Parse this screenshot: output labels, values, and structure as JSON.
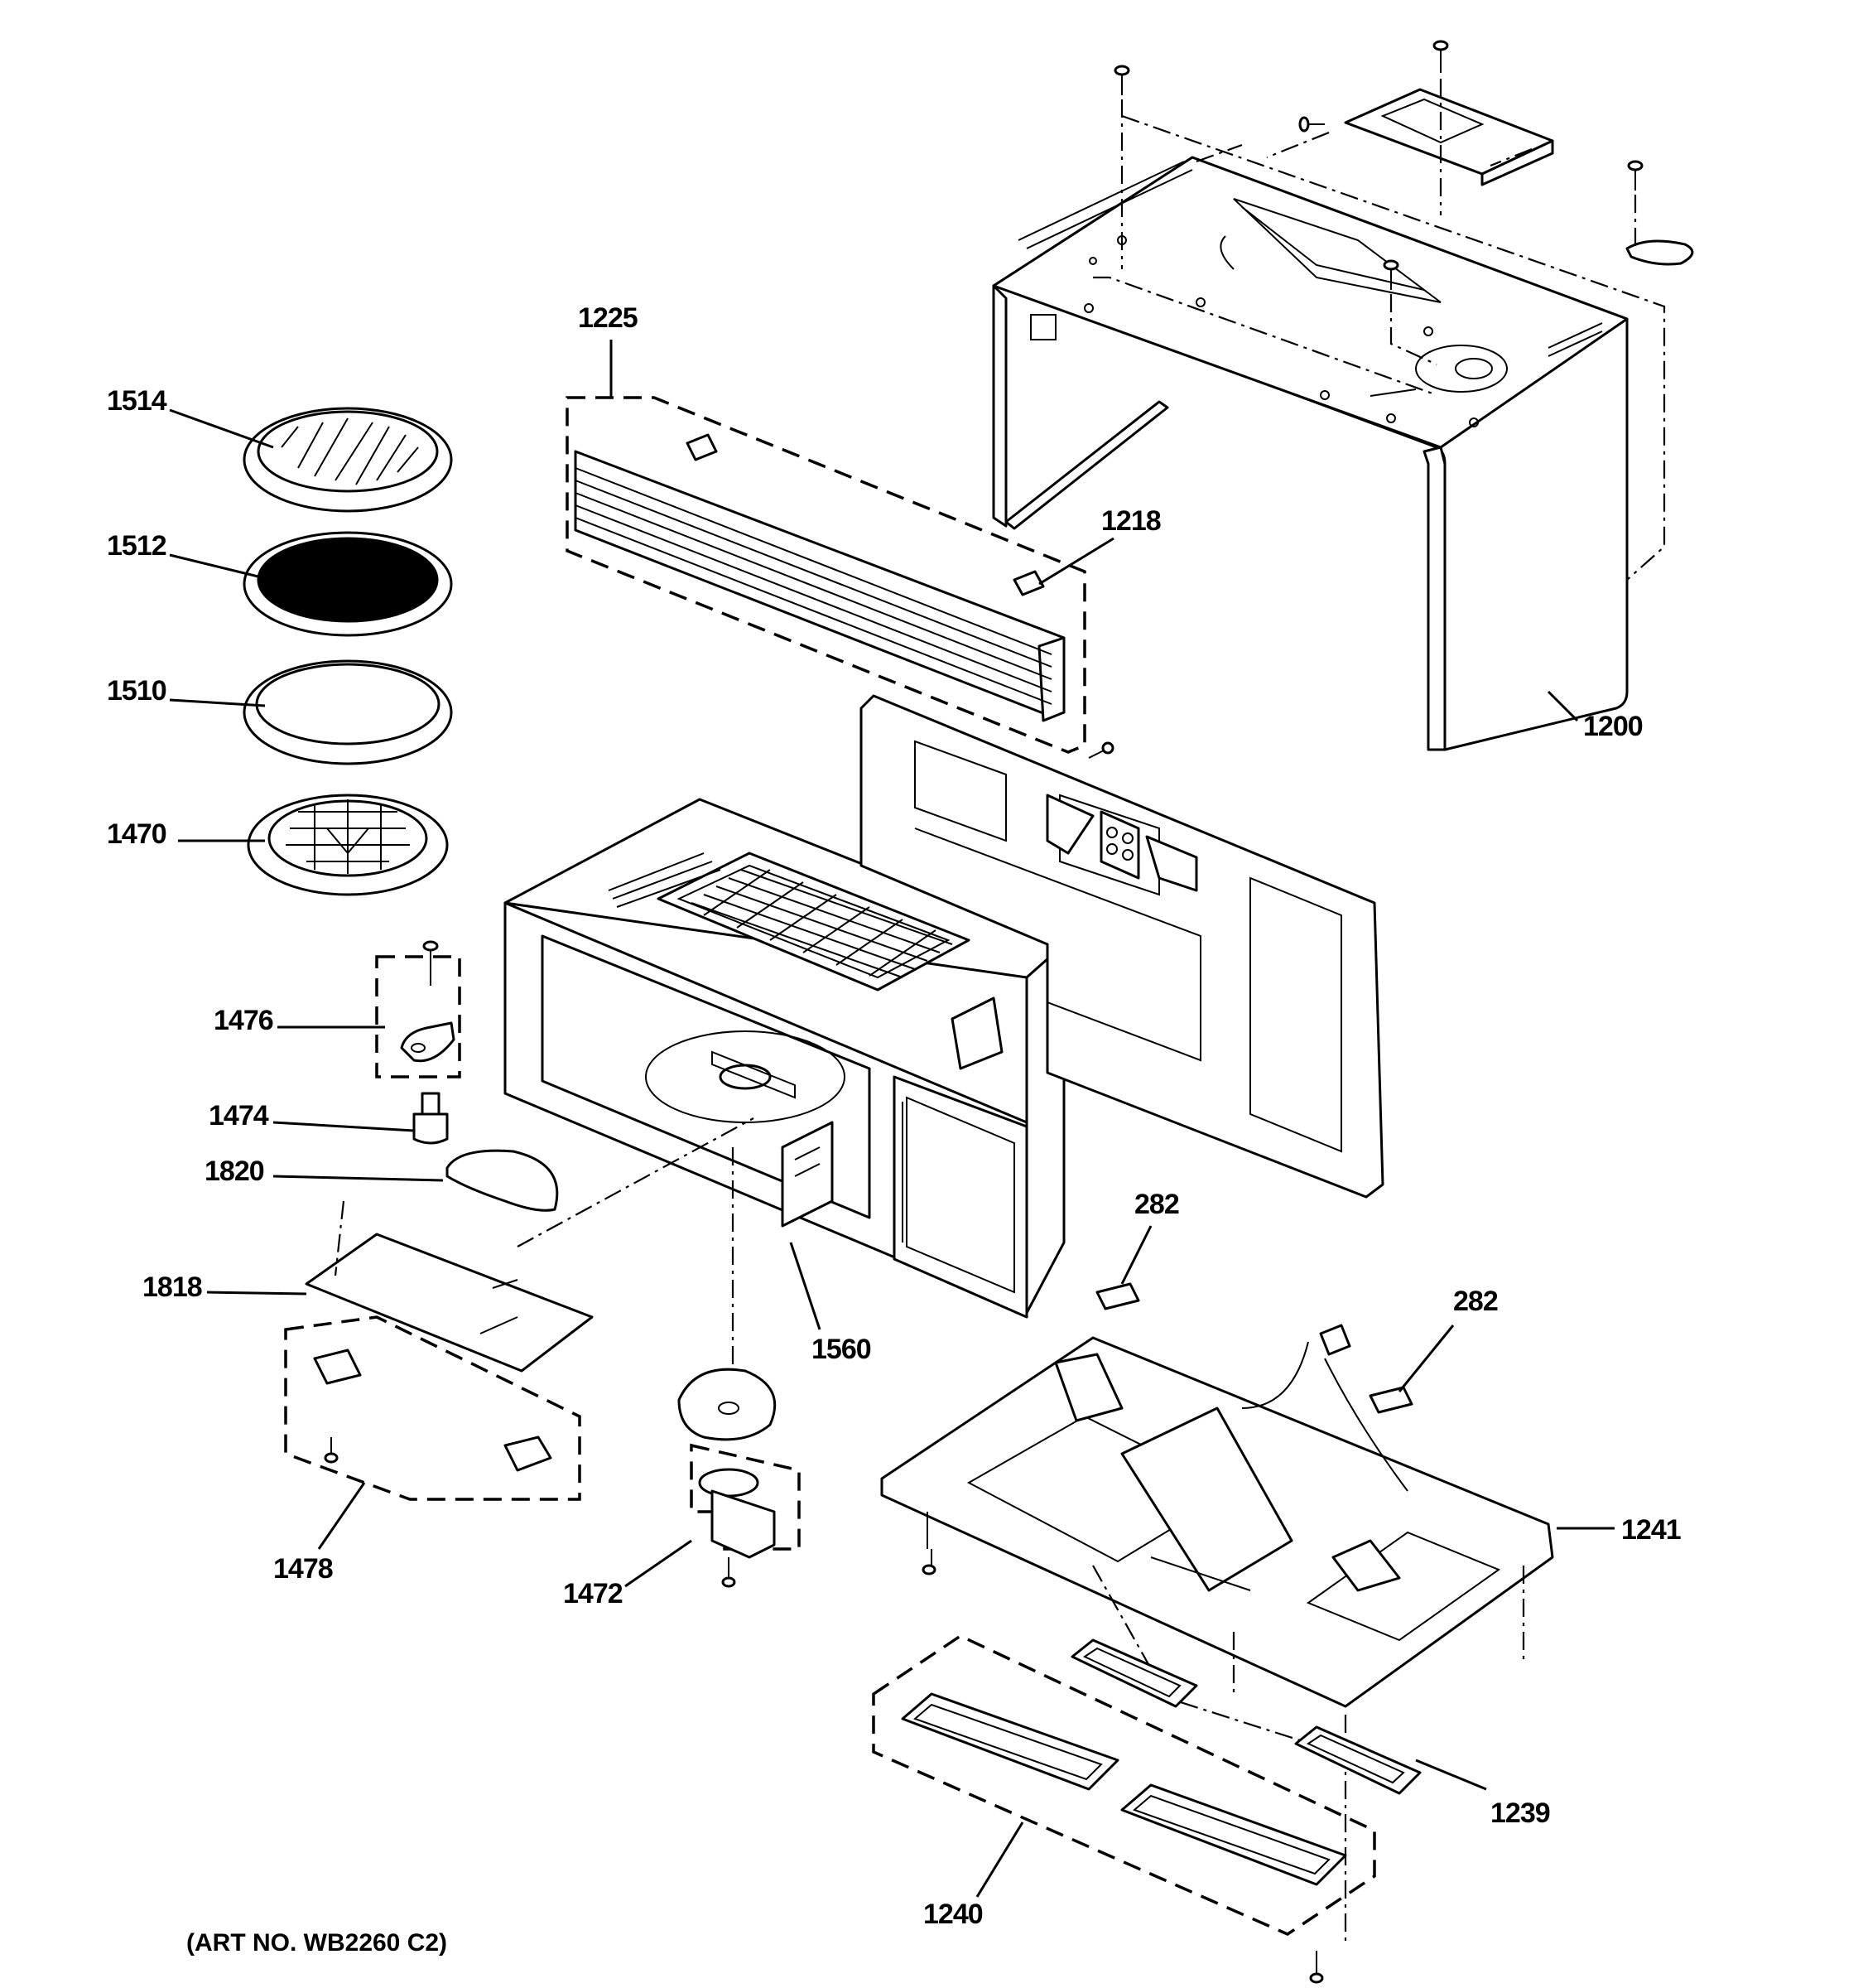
{
  "diagram": {
    "art_number": "(ART NO. WB2260 C2)",
    "callouts": {
      "p1200": "1200",
      "p1218": "1218",
      "p1225": "1225",
      "p1514": "1514",
      "p1512": "1512",
      "p1510": "1510",
      "p1470": "1470",
      "p1476": "1476",
      "p1474": "1474",
      "p1820": "1820",
      "p1818": "1818",
      "p1478": "1478",
      "p1472": "1472",
      "p1560": "1560",
      "p282a": "282",
      "p282b": "282",
      "p1241": "1241",
      "p1239": "1239",
      "p1240": "1240"
    }
  }
}
